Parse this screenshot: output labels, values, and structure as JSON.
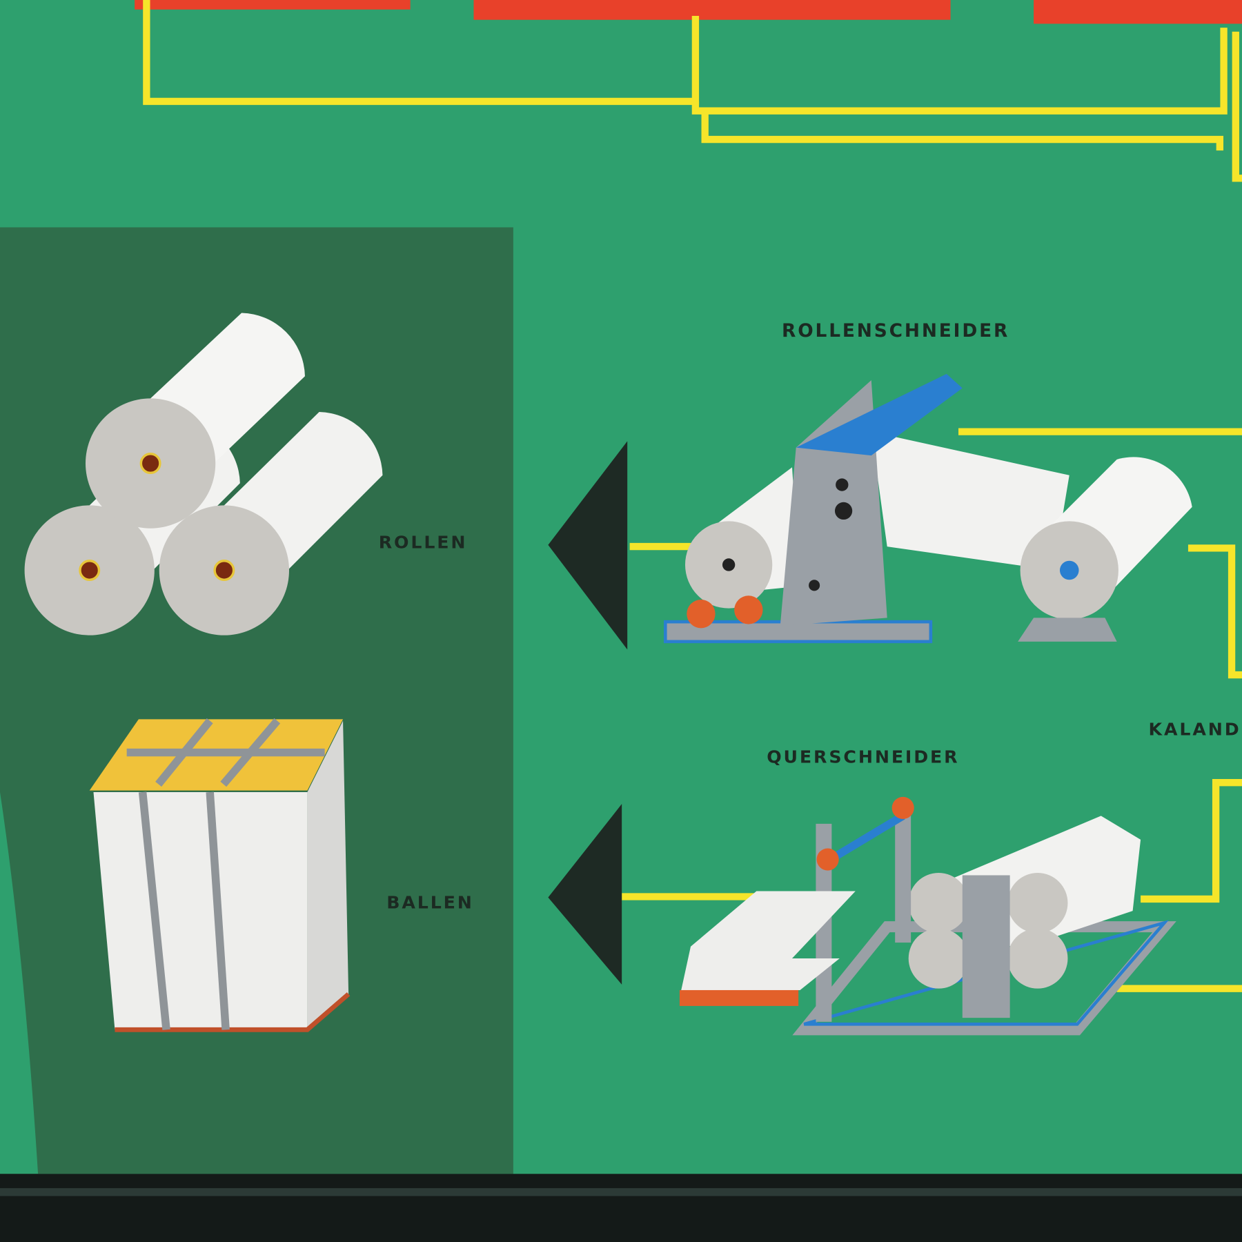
{
  "labels": {
    "rollenschneider": "ROLLENSCHNEIDER",
    "querschneider": "QUERSCHNEIDER",
    "kalander": "KALAND",
    "rollen": "ROLLEN",
    "ballen": "BALLEN"
  },
  "colors": {
    "background": "#2ea06e",
    "panel": "#2f6e4b",
    "flow_line": "#f6e52a",
    "header_box": "#e8412a",
    "arrow": "#1e2a24",
    "machine_frame": "#9aa0a6",
    "machine_accent": "#2a7fd0",
    "roller": "#e2602a"
  }
}
